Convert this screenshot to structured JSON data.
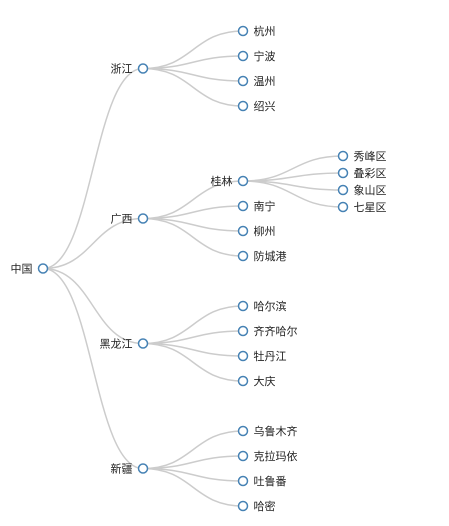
{
  "tree": {
    "name": "中国",
    "children": [
      {
        "name": "浙江",
        "children": [
          {
            "name": "杭州"
          },
          {
            "name": "宁波"
          },
          {
            "name": "温州"
          },
          {
            "name": "绍兴"
          }
        ]
      },
      {
        "name": "广西",
        "children": [
          {
            "name": "桂林",
            "children": [
              {
                "name": "秀峰区"
              },
              {
                "name": "叠彩区"
              },
              {
                "name": "象山区"
              },
              {
                "name": "七星区"
              }
            ]
          },
          {
            "name": "南宁"
          },
          {
            "name": "柳州"
          },
          {
            "name": "防城港"
          }
        ]
      },
      {
        "name": "黑龙江",
        "children": [
          {
            "name": "哈尔滨"
          },
          {
            "name": "齐齐哈尔"
          },
          {
            "name": "牡丹江"
          },
          {
            "name": "大庆"
          }
        ]
      },
      {
        "name": "新疆",
        "children": [
          {
            "name": "乌鲁木齐"
          },
          {
            "name": "克拉玛依"
          },
          {
            "name": "吐鲁番"
          },
          {
            "name": "哈密"
          }
        ]
      }
    ]
  },
  "colors": {
    "link": "#cccccc",
    "node_stroke": "#4682b4",
    "node_fill": "#ffffff",
    "label": "#222222"
  }
}
